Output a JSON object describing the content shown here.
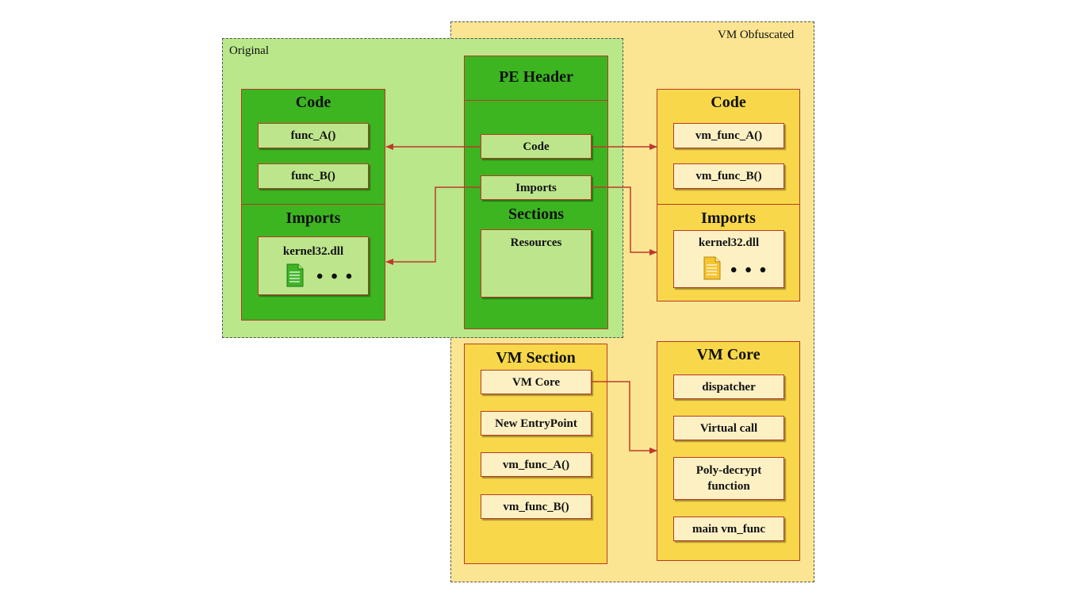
{
  "regions": {
    "original_label": "Original",
    "vm_obfuscated_label": "VM Obfuscated"
  },
  "original": {
    "code_title": "Code",
    "func_a": "func_A()",
    "func_b": "func_B()",
    "imports_title": "Imports",
    "dll_name": "kernel32.dll",
    "dots": "• • •"
  },
  "pe_header": {
    "title": "PE Header",
    "code": "Code",
    "imports": "Imports",
    "sections_title": "Sections",
    "resources": "Resources"
  },
  "obfuscated": {
    "code_title": "Code",
    "func_a": "vm_func_A()",
    "func_b": "vm_func_B()",
    "imports_title": "Imports",
    "dll_name": "kernel32.dll",
    "dots": "• • •"
  },
  "vm_section": {
    "title": "VM Section",
    "items": [
      "VM Core",
      "New EntryPoint",
      "vm_func_A()",
      "vm_func_B()"
    ]
  },
  "vm_core": {
    "title": "VM Core",
    "items": [
      "dispatcher",
      "Virtual call",
      "Poly-decrypt function",
      "main vm_func"
    ]
  },
  "colors": {
    "original_region_bg": "#b9e78a",
    "obfuscated_region_bg": "#fbe592",
    "green_panel": "#3cb521",
    "yellow_panel": "#f8d84a",
    "arrow": "#c0392b"
  },
  "icons": {
    "original_file_icon": "green-document-icon",
    "obfuscated_file_icon": "yellow-document-icon"
  }
}
